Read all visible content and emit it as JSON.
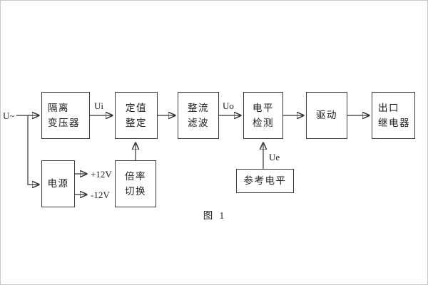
{
  "caption": "图 1",
  "source_label": "U~",
  "boxes": {
    "isolation_transformer": {
      "lines": [
        "隔离",
        "变压器"
      ]
    },
    "value_setting": {
      "lines": [
        "定值",
        "整定"
      ]
    },
    "rectify_filter": {
      "lines": [
        "整流",
        "滤波"
      ]
    },
    "level_detection": {
      "lines": [
        "电平",
        "检测"
      ]
    },
    "drive": {
      "lines": [
        "驱动"
      ]
    },
    "output_relay": {
      "lines": [
        "出口",
        "继电器"
      ]
    },
    "power_supply": {
      "lines": [
        "电源"
      ]
    },
    "ratio_switch": {
      "lines": [
        "倍率",
        "切换"
      ]
    },
    "reference_level": {
      "lines": [
        "参考电平"
      ]
    }
  },
  "signal_labels": {
    "ui": "Ui",
    "uo": "Uo",
    "ue": "Ue",
    "plus_12v": "+12V",
    "minus_12v": "-12V"
  }
}
